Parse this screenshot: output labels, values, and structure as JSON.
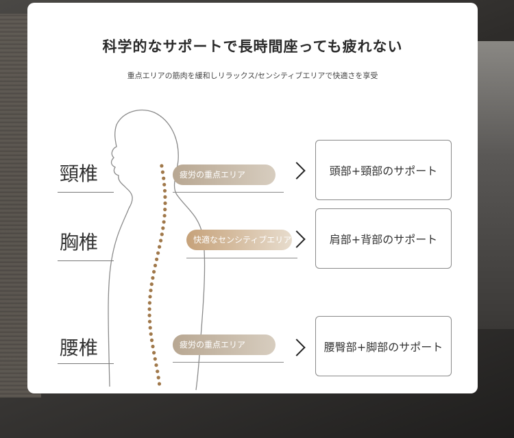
{
  "heading": {
    "title": "科学的なサポートで長時間座っても疲れない",
    "subtitle": "重点エリアの筋肉を緩和しリラックス/センシティブエリアで快適さを享受"
  },
  "regions": [
    {
      "label": "頸椎",
      "zone": "疲労の重点エリア",
      "benefit": "頭部+頸部のサポート"
    },
    {
      "label": "胸椎",
      "zone": "快適なセンシティブエリア",
      "benefit": "肩部+背部のサポート"
    },
    {
      "label": "腰椎",
      "zone": "疲労の重点エリア",
      "benefit": "腰臀部+脚部のサポート"
    }
  ],
  "colors": {
    "zone_fatigue": "#c8b9a6",
    "zone_comfort": "#d4b48f",
    "spine_dot": "#a0784a"
  },
  "icons": [
    "chevron-right-icon",
    "body-silhouette-icon",
    "spine-dots-icon"
  ]
}
